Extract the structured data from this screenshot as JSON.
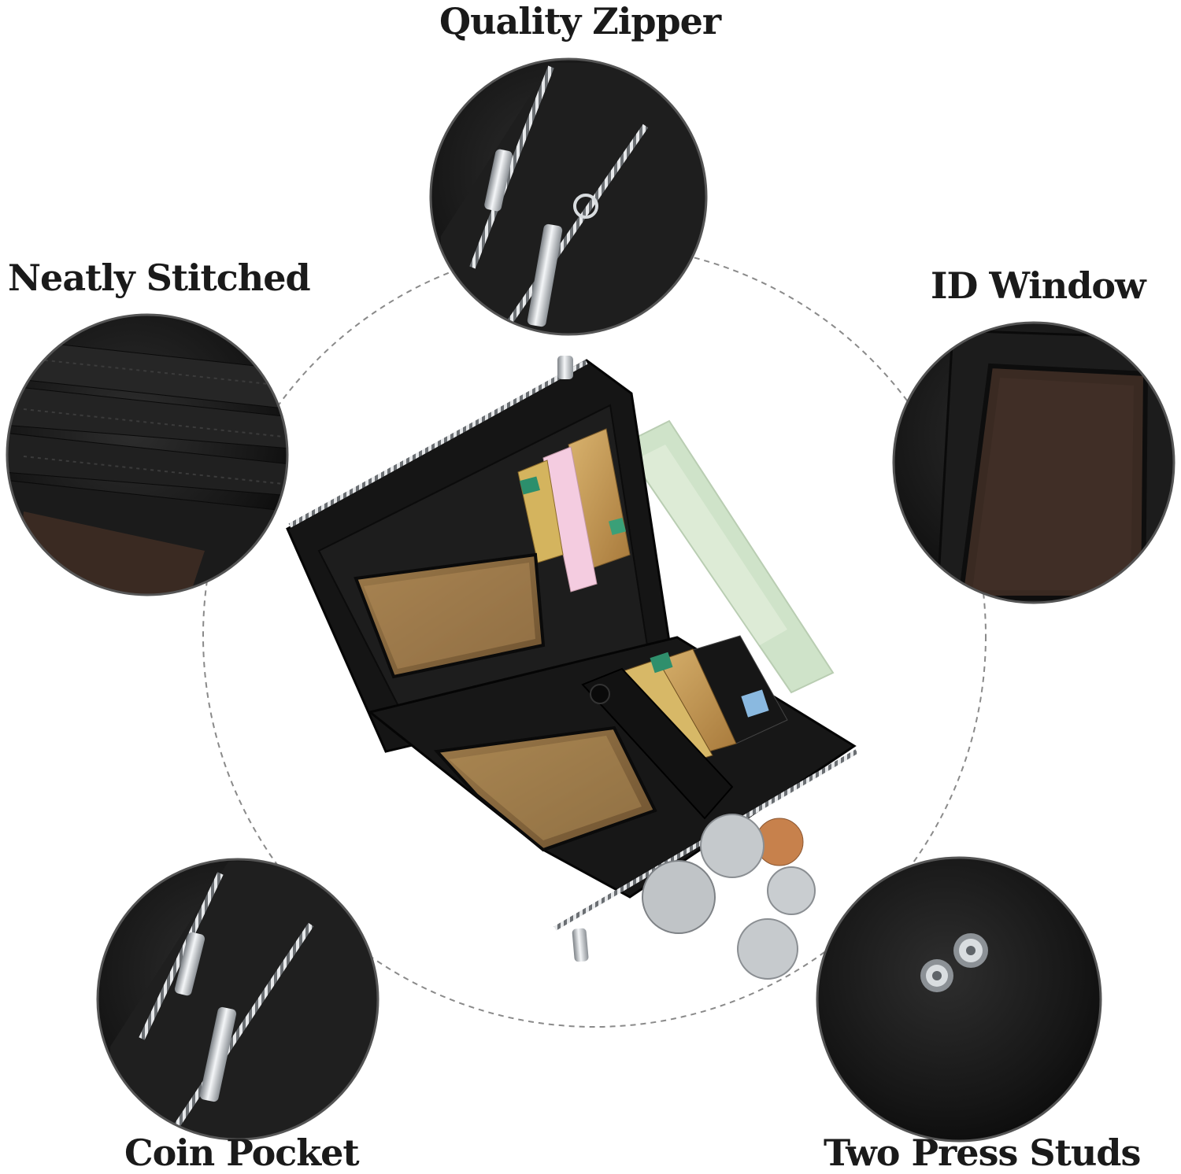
{
  "labels": {
    "top": "Quality Zipper",
    "left": "Neatly Stitched",
    "right": "ID Window",
    "bottom_left": "Coin Pocket",
    "bottom_right": "Two Press Studs"
  },
  "colors": {
    "leather": "#1c1c1c",
    "leather_edge": "#0c0c0c",
    "dashed_circle": "#8a8a8a",
    "window_brown": "#3a2a22",
    "card_gold": "#c99a55",
    "zipper_silver": "#cfd3d6",
    "background": "#ffffff"
  },
  "icons": {
    "zipper": "zipper-pull-icon",
    "stud": "press-stud-icon"
  }
}
